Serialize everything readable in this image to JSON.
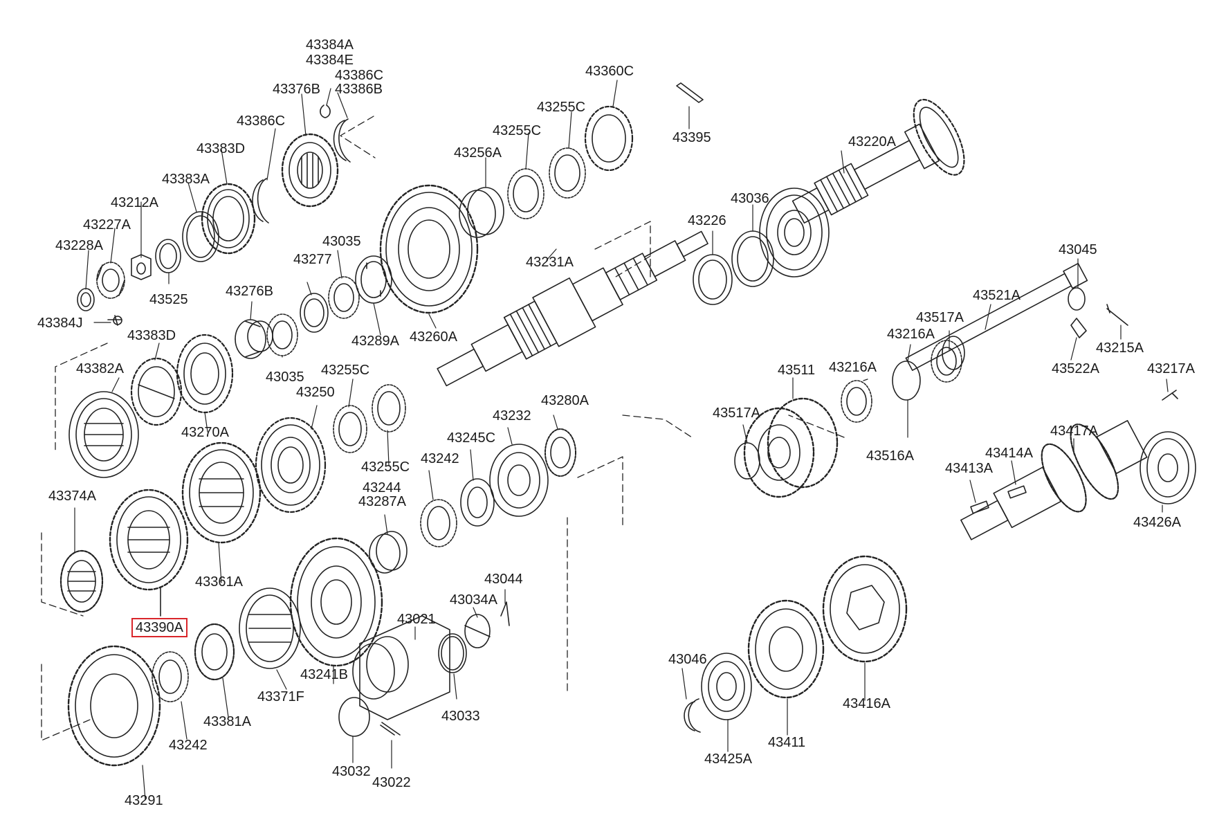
{
  "highlight_color": "#d9252a",
  "parts": [
    {
      "id": "43384A"
    },
    {
      "id": "43384E"
    },
    {
      "id": "43386C"
    },
    {
      "id": "43386B"
    },
    {
      "id": "43376B"
    },
    {
      "id": "43360C"
    },
    {
      "id": "43386C"
    },
    {
      "id": "43255C"
    },
    {
      "id": "43395"
    },
    {
      "id": "43383D"
    },
    {
      "id": "43255C"
    },
    {
      "id": "43256A"
    },
    {
      "id": "43220A"
    },
    {
      "id": "43383A"
    },
    {
      "id": "43036"
    },
    {
      "id": "43212A"
    },
    {
      "id": "43226"
    },
    {
      "id": "43227A"
    },
    {
      "id": "43035"
    },
    {
      "id": "43228A"
    },
    {
      "id": "43277"
    },
    {
      "id": "43231A"
    },
    {
      "id": "43045"
    },
    {
      "id": "43525"
    },
    {
      "id": "43276B"
    },
    {
      "id": "43521A"
    },
    {
      "id": "43384J"
    },
    {
      "id": "43517A"
    },
    {
      "id": "43215A"
    },
    {
      "id": "43383D"
    },
    {
      "id": "43289A"
    },
    {
      "id": "43260A"
    },
    {
      "id": "43216A"
    },
    {
      "id": "43035"
    },
    {
      "id": "43382A"
    },
    {
      "id": "43255C"
    },
    {
      "id": "43511"
    },
    {
      "id": "43216A"
    },
    {
      "id": "43522A"
    },
    {
      "id": "43217A"
    },
    {
      "id": "43250"
    },
    {
      "id": "43270A"
    },
    {
      "id": "43280A"
    },
    {
      "id": "43517A"
    },
    {
      "id": "43232"
    },
    {
      "id": "43255C"
    },
    {
      "id": "43245C"
    },
    {
      "id": "43516A"
    },
    {
      "id": "43417A"
    },
    {
      "id": "43242"
    },
    {
      "id": "43414A"
    },
    {
      "id": "43413A"
    },
    {
      "id": "43374A"
    },
    {
      "id": "43244"
    },
    {
      "id": "43287A"
    },
    {
      "id": "43426A"
    },
    {
      "id": "43361A"
    },
    {
      "id": "43044"
    },
    {
      "id": "43034A"
    },
    {
      "id": "43390A",
      "highlight": true
    },
    {
      "id": "43021"
    },
    {
      "id": "43046"
    },
    {
      "id": "43241B"
    },
    {
      "id": "43416A"
    },
    {
      "id": "43371F"
    },
    {
      "id": "43381A"
    },
    {
      "id": "43033"
    },
    {
      "id": "43411"
    },
    {
      "id": "43242"
    },
    {
      "id": "43425A"
    },
    {
      "id": "43032"
    },
    {
      "id": "43022"
    },
    {
      "id": "43291"
    }
  ]
}
